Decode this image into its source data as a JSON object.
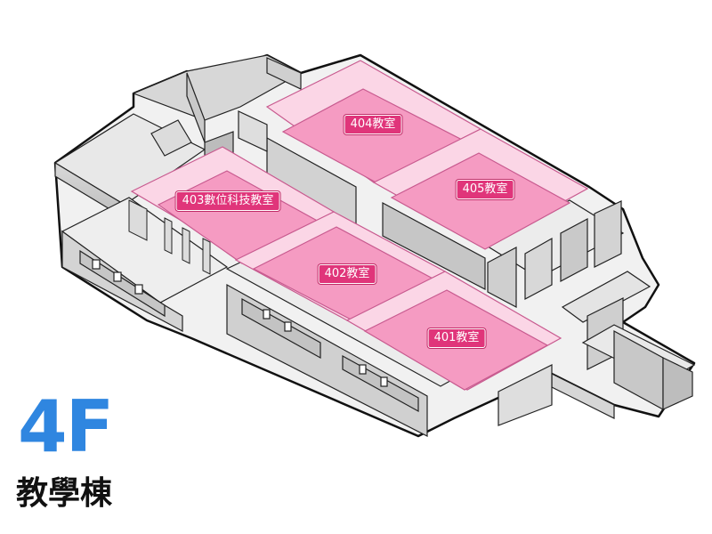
{
  "floor": {
    "code": "4F",
    "building": "教學棟"
  },
  "rooms": [
    {
      "id": "401",
      "label": "401教室"
    },
    {
      "id": "402",
      "label": "402教室"
    },
    {
      "id": "403",
      "label": "403數位科技教室"
    },
    {
      "id": "404",
      "label": "404教室"
    },
    {
      "id": "405",
      "label": "405教室"
    }
  ],
  "colors": {
    "highlight_room": "#f59bc2",
    "label_bg": "#e0357a",
    "wall": "#e6e6e6",
    "floor_code": "#2f86e0"
  }
}
